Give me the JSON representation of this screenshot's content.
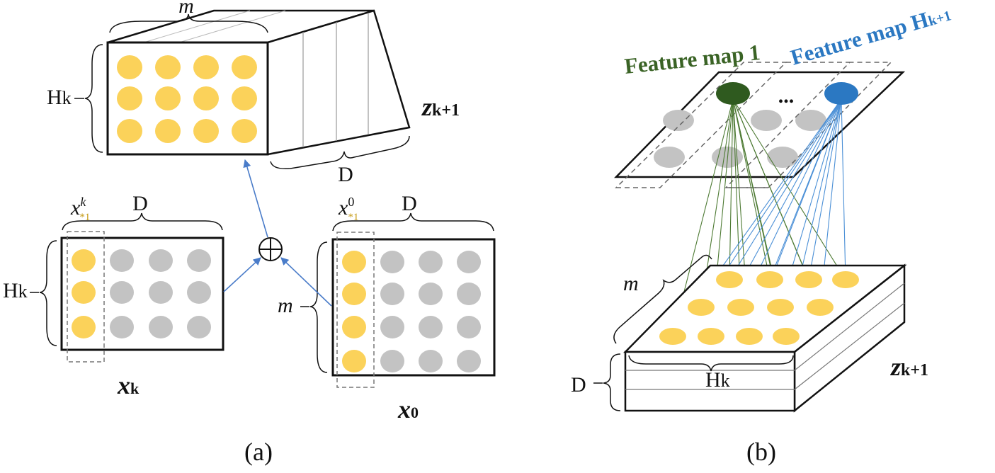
{
  "colors": {
    "yellow": "#fbd25a",
    "gray": "#c3c3c3",
    "dark_green": "#2f5a1f",
    "blue": "#2b78c2",
    "arrow_blue": "#4a7cc9",
    "line_green": "#4d7a33",
    "line_blue": "#4a8fd6"
  },
  "panel_a": {
    "caption": "(a)",
    "z_label_main": "z",
    "z_label_sub": "k+1",
    "z_m_label": "m",
    "z_h_label": "H",
    "z_h_sub": "k",
    "z_d_label": "D",
    "xk_label_main": "x",
    "xk_label_sub": "k",
    "xk_col_label_main": "x",
    "xk_col_label_sup": "k",
    "xk_col_label_sub": "*1",
    "xk_d_label": "D",
    "xk_h_label": "H",
    "xk_h_sub": "k",
    "x0_label_main": "x",
    "x0_label_sub": "0",
    "x0_col_label_main": "x",
    "x0_col_label_sup": "0",
    "x0_col_label_sub": "*1",
    "x0_d_label": "D",
    "x0_m_label": "m",
    "operator_icon": "circled-plus-icon"
  },
  "panel_b": {
    "caption": "(b)",
    "feature_map_1_label": "Feature map 1",
    "feature_map_h_label_main": "Feature map H",
    "feature_map_h_label_sub": "k+1",
    "ellipsis": "...",
    "m_label": "m",
    "h_label": "H",
    "h_sub": "k",
    "d_label": "D",
    "z_label_main": "z",
    "z_label_sub": "k+1"
  }
}
